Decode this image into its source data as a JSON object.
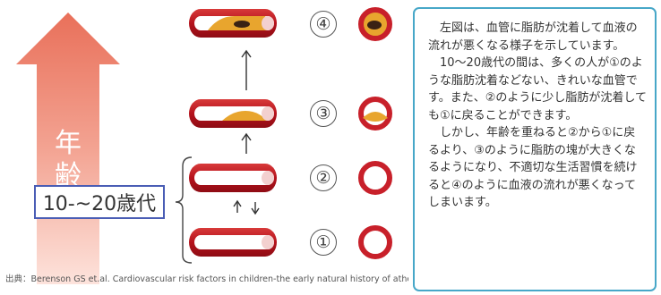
{
  "arrow": {
    "label_top": "年",
    "label_bottom": "齢"
  },
  "age_box": "10-~20歳代",
  "stage_numbers": [
    "①",
    "②",
    "③",
    "④"
  ],
  "source": "出典：Berenson GS et.al. Cardiovascular risk factors in children-the early natural history of atherosclerosis and essential hypertension",
  "panel": {
    "paragraphs": [
      "左図は、血管に脂肪が沈着して血液の流れが悪くなる様子を示しています。",
      "10～20歳代の間は、多くの人が①のような脂肪沈着などない、きれいな血管です。また、②のように少し脂肪が沈着しても①に戻ることができます。",
      "しかし、年齢を重ねると②から①に戻るより、③のように脂肪の塊が大きくなるようになり、不適切な生活習慣を続けると④のように血液の流れが悪くなってしまいます。"
    ]
  },
  "colors": {
    "arrow": "#ee8f7a",
    "vessel": "#c8202a",
    "plaque": "#e8a52e",
    "panel_border": "#47a7c8",
    "box_border": "#4a5db5"
  }
}
